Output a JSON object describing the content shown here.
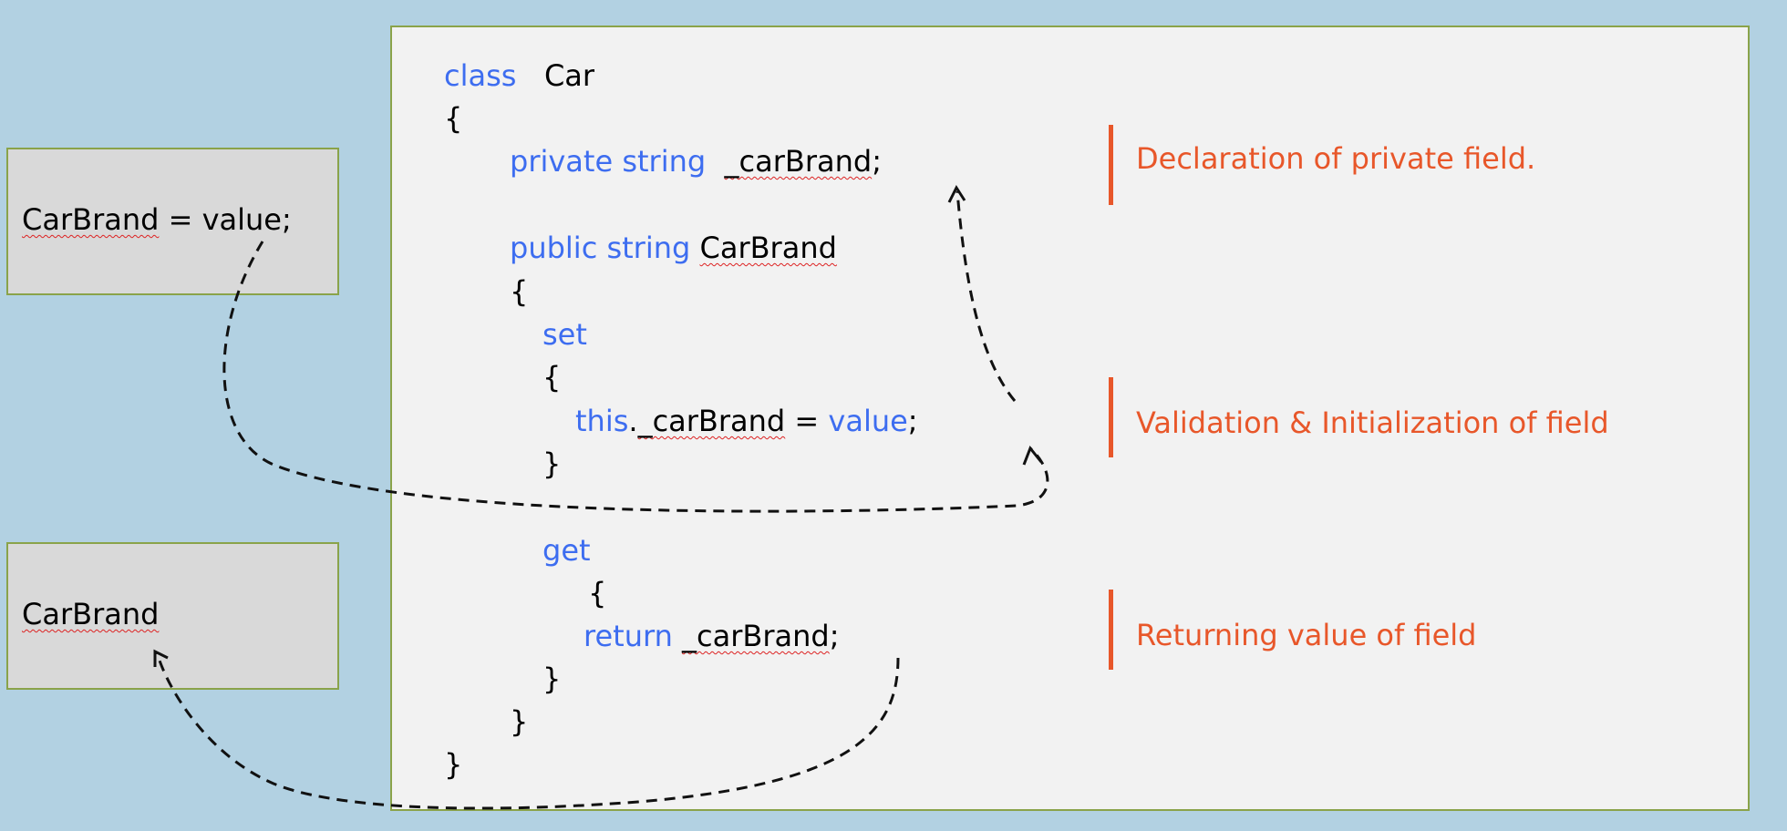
{
  "code": {
    "class_kw": "class",
    "class_name": "Car",
    "open1": "{",
    "field_mod": "private string",
    "field_name": "_carBrand",
    "field_semicolon": ";",
    "prop_mod": "public string",
    "prop_name": "CarBrand",
    "open2": "{",
    "set_kw": "set",
    "open3": "{",
    "this_kw": "this",
    "dot": ".",
    "assign_field": "_carBrand",
    "assign_eq": " = ",
    "value_kw": "value",
    "assign_semicolon": ";",
    "close3": "}",
    "get_kw": "get",
    "open4": "{",
    "return_kw": "return",
    "return_field": "_carBrand",
    "return_semicolon": ";",
    "close4": "}",
    "close2": "}",
    "close1": "}"
  },
  "side_boxes": {
    "setter_usage_name": "CarBrand",
    "setter_usage_rest": " = value;",
    "getter_usage": "CarBrand"
  },
  "annotations": {
    "declaration": "Declaration of private field.",
    "validation": "Validation & Initialization of field",
    "returning": "Returning value of field"
  },
  "colors": {
    "background": "#b2d1e2",
    "panel": "#f2f2f2",
    "keyword": "#3d6df0",
    "annotation": "#e8572a",
    "border": "#8aa34a"
  }
}
